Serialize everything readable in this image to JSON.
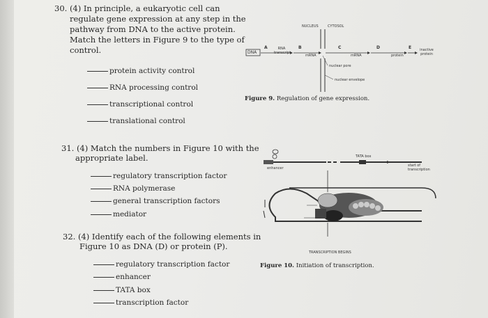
{
  "q30": {
    "lines": [
      "30. (4) In principle, a eukaryotic cell can",
      "regulate gene expression at any step in the",
      "pathway from DNA to the active protein.",
      "Match the letters in Figure 9 to the type of",
      "control."
    ],
    "options": [
      "protein activity control",
      "RNA processing control",
      "transcriptional control",
      "translational control"
    ]
  },
  "q31": {
    "lines": [
      "31. (4) Match the numbers in Figure 10 with the",
      "appropriate label."
    ],
    "options": [
      "regulatory transcription factor",
      "RNA polymerase",
      "general transcription factors",
      "mediator"
    ]
  },
  "q32": {
    "lines": [
      "32. (4) Identify each of the following elements in",
      "Figure 10 as DNA (D) or protein (P)."
    ],
    "options": [
      "regulatory transcription factor",
      "enhancer",
      "TATA box",
      "transcription factor"
    ]
  },
  "fig9": {
    "nucleus": "NUCLEUS",
    "cytosol": "CYTOSOL",
    "dna": "DNA",
    "letters": [
      "A",
      "B",
      "C",
      "D",
      "E"
    ],
    "rna_transcript": "RNA transcript",
    "mrna1": "mRNA",
    "mrna2": "mRNA",
    "protein": "protein",
    "inactive_protein": "inactive protein",
    "nuclear_pore": "nuclear pore",
    "nuclear_envelope": "nuclear envelope",
    "caption_label": "Figure 9.",
    "caption_text": "Regulation of gene expression."
  },
  "fig10": {
    "enhancer": "enhancer",
    "tata": "TATA box",
    "start": "start of transcription",
    "begins": "TRANSCRIPTION BEGINS",
    "caption_label": "Figure 10.",
    "caption_text": "Initiation of transcription."
  }
}
